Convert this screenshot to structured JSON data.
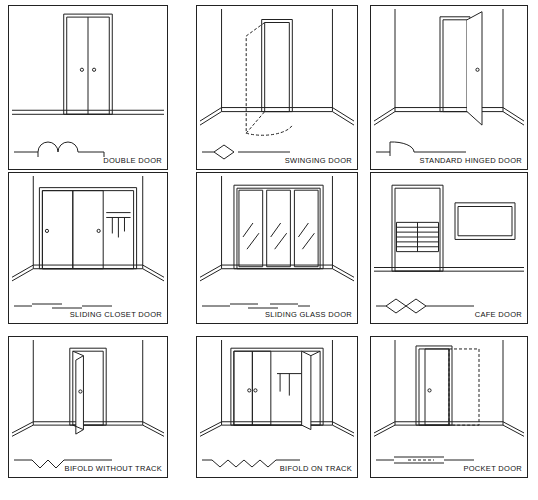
{
  "diagram": {
    "nodes": [
      {
        "text": [
          "DOUBLE DOOR"
        ]
      },
      {
        "text": [
          "SWINGING DOOR"
        ]
      },
      {
        "text": [
          "STANDARD HINGED DOOR"
        ]
      },
      {
        "text": [
          "SLIDING CLOSET DOOR"
        ]
      },
      {
        "text": [
          "SLIDING GLASS DOOR"
        ]
      },
      {
        "text": [
          "CAFE DOOR"
        ]
      },
      {
        "text": [
          "BIFOLD WITHOUT TRACK"
        ]
      },
      {
        "text": [
          "BIFOLD ON TRACK"
        ]
      },
      {
        "text": [
          "POCKET DOOR"
        ]
      }
    ]
  }
}
